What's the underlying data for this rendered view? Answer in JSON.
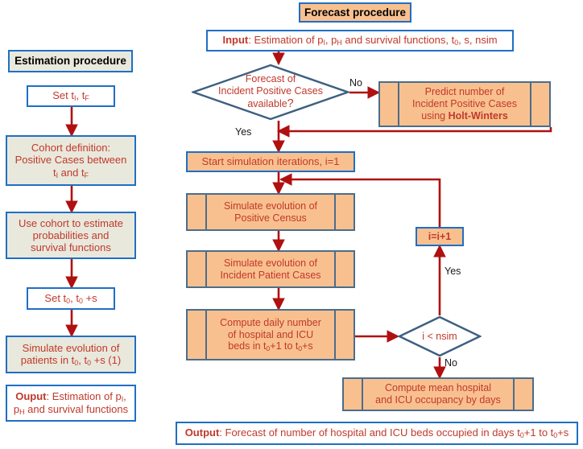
{
  "diagram": {
    "type": "flowchart",
    "title_left": "Estimation procedure",
    "title_right": "Forecast procedure",
    "colors": {
      "border_blue": "#1f6fc4",
      "border_navy": "#4a6d8c",
      "fill_orange": "#f9c08f",
      "fill_beige": "#e9e8dc",
      "fill_white": "#ffffff",
      "text_red": "#c0392b",
      "arrow_red": "#b01010",
      "label_black": "#1a1a1a"
    }
  },
  "estimation": {
    "title": "Estimation procedure",
    "steps": [
      {
        "id": "set-ti-tf",
        "shape": "process",
        "fill": "white",
        "text": "Set  t<sub>I</sub>, t<sub>F</sub>"
      },
      {
        "id": "cohort-definition",
        "shape": "process",
        "fill": "beige",
        "text": "Cohort definition:<br>Positive Cases between<br>t<sub>I</sub> and  t<sub>F</sub>"
      },
      {
        "id": "use-cohort",
        "shape": "process",
        "fill": "beige",
        "text": "Use cohort to estimate<br>probabilities and<br>survival functions"
      },
      {
        "id": "set-t0",
        "shape": "process",
        "fill": "white",
        "text": "Set  t<sub>0</sub>, t<sub>0</sub> +s"
      },
      {
        "id": "simulate-patients",
        "shape": "process",
        "fill": "beige",
        "text": "Simulate evolution of<br>patients in t<sub>0</sub>, t<sub>0</sub> +s (1)"
      },
      {
        "id": "estimation-output",
        "shape": "io",
        "fill": "white",
        "text": "<span class=\"bld\">Ouput</span>: Estimation of p<sub>I</sub>,<br>p<sub>H</sub> and survival functions"
      }
    ]
  },
  "forecast": {
    "title": "Forecast procedure",
    "input": "<span class=\"bld\">Input</span>: Estimation of p<sub>I</sub>, p<sub>H</sub> and survival functions, t<sub>0</sub>, s, nsim",
    "decision_forecast": "Forecast of<br>Incident Positive Cases<br>available<span style=\"font-size:1.15em\">?</span>",
    "predict_holt_winters": "Predict number of<br>Incident Positive Cases<br>using <span class=\"bld\">Holt-Winters</span>",
    "start_iterations": "Start simulation iterations, i=1",
    "simulate_census": "Simulate evolution of<br>Positive Census",
    "simulate_incident": "Simulate evolution of<br>Incident Patient Cases",
    "compute_beds": "Compute daily number<br>of hospital and ICU<br>beds in t<sub>0</sub>+1 to t<sub>0</sub>+s",
    "decision_nsim": "i &lt; nsim",
    "increment": "i=i+1",
    "compute_mean": "Compute mean hospital<br>and ICU occupancy by days",
    "output": "<span class=\"bld\">Output</span>: Forecast of number of hospital and ICU beds occupied in days t<sub>0</sub>+1 to t<sub>0</sub>+s"
  },
  "edge_labels": {
    "no_forecast": "No",
    "yes_forecast": "Yes",
    "yes_loop": "Yes",
    "no_nsim": "No"
  }
}
